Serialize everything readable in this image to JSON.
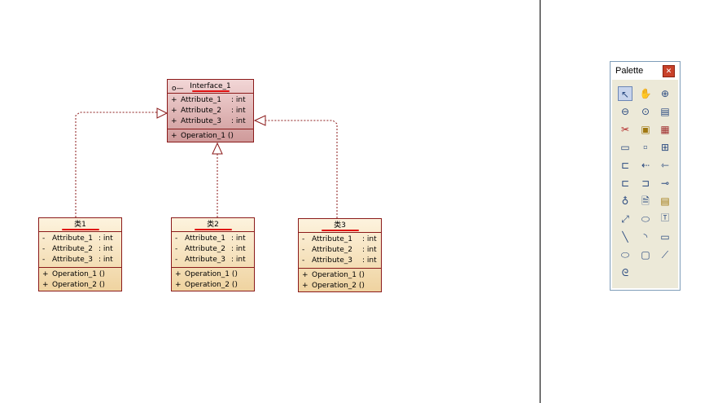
{
  "diagram": {
    "interface": {
      "name": "Interface_1",
      "icon": "interface-lollipop-icon",
      "attributes": [
        {
          "vis": "+",
          "name": "Attribute_1",
          "type": ": int"
        },
        {
          "vis": "+",
          "name": "Attribute_2",
          "type": ": int"
        },
        {
          "vis": "+",
          "name": "Attribute_3",
          "type": ": int"
        }
      ],
      "operations": [
        {
          "vis": "+",
          "name": "Operation_1 ()"
        }
      ]
    },
    "classes": [
      {
        "name": "类1",
        "attributes": [
          {
            "vis": "-",
            "name": "Attribute_1",
            "type": ": int"
          },
          {
            "vis": "-",
            "name": "Attribute_2",
            "type": ": int"
          },
          {
            "vis": "-",
            "name": "Attribute_3",
            "type": ": int"
          }
        ],
        "operations": [
          {
            "vis": "+",
            "name": "Operation_1 ()"
          },
          {
            "vis": "+",
            "name": "Operation_2 ()"
          }
        ]
      },
      {
        "name": "类2",
        "attributes": [
          {
            "vis": "-",
            "name": "Attribute_1",
            "type": ": int"
          },
          {
            "vis": "-",
            "name": "Attribute_2",
            "type": ": int"
          },
          {
            "vis": "-",
            "name": "Attribute_3",
            "type": ": int"
          }
        ],
        "operations": [
          {
            "vis": "+",
            "name": "Operation_1 ()"
          },
          {
            "vis": "+",
            "name": "Operation_2 ()"
          }
        ]
      },
      {
        "name": "类3",
        "attributes": [
          {
            "vis": "-",
            "name": "Attribute_1",
            "type": ": int"
          },
          {
            "vis": "-",
            "name": "Attribute_2",
            "type": ": int"
          },
          {
            "vis": "-",
            "name": "Attribute_3",
            "type": ": int"
          }
        ],
        "operations": [
          {
            "vis": "+",
            "name": "Operation_1 ()"
          },
          {
            "vis": "+",
            "name": "Operation_2 ()"
          }
        ]
      }
    ],
    "colors": {
      "interface_fill": "#d9a8a8",
      "class_fill": "#f5e1b8",
      "border": "#8b1a1a",
      "link": "#8b1a1a",
      "underline": "#e01010"
    }
  },
  "palette": {
    "title": "Palette",
    "close_icon": "close-icon",
    "tools": [
      "pointer-icon",
      "hand-icon",
      "zoom-in-icon",
      "zoom-out-icon",
      "zoom-fit-icon",
      "properties-icon",
      "cut-icon",
      "package-icon",
      "table-icon",
      "class-icon",
      "small-box-icon",
      "hierarchy-icon",
      "interface-icon",
      "realization-icon",
      "generalization-icon",
      "association-icon",
      "aggregation-icon",
      "lollipop-icon",
      "pin-icon",
      "document-icon",
      "note-icon",
      "link-icon",
      "connector-icon",
      "text-icon",
      "line-icon",
      "arc-icon",
      "rectangle-icon",
      "ellipse-icon",
      "rounded-rectangle-icon",
      "polyline-icon",
      "freeform-icon"
    ]
  }
}
